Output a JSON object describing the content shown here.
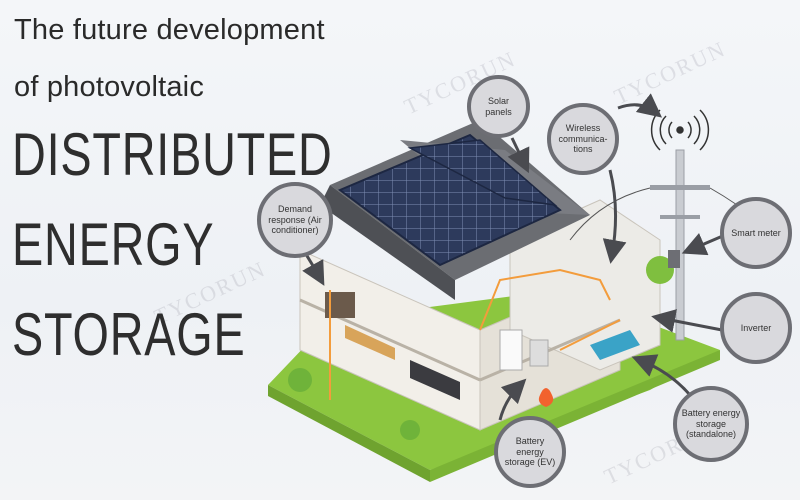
{
  "title": {
    "line1": "The future development",
    "line2": "of photovoltaic",
    "line3": "DISTRIBUTED",
    "line4": "ENERGY",
    "line5": "STORAGE"
  },
  "callouts": {
    "solar_panels": "Solar panels",
    "wireless": "Wireless\ncommunica-\ntions",
    "demand_response": "Demand\nresponse (Air\nconditioner)",
    "smart_meter": "Smart meter",
    "inverter": "Inverter",
    "battery_standalone": "Battery energy\nstorage\n(standalone)",
    "battery_ev": "Battery\nenergy\nstorage (EV)"
  },
  "watermark": "TYCORUN",
  "colors": {
    "callout_border": "#6d6e74",
    "callout_fill": "#d9d9dd",
    "grass": "#8cc63f",
    "solar_panel": "#2d3a5c",
    "roof": "#6b6d72",
    "wall": "#f2efe9",
    "wire": "#f39c3c"
  }
}
